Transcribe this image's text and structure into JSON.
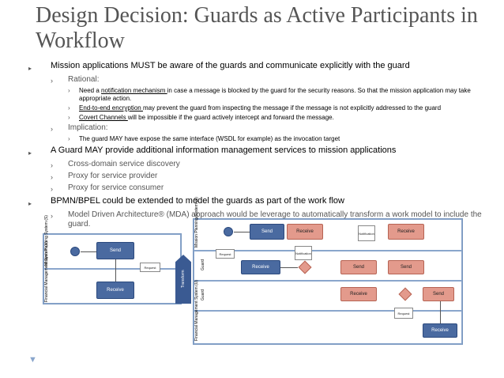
{
  "title": "Design Decision: Guards as Active Participants in Workflow",
  "bullets": {
    "b1": {
      "text": "Mission applications MUST be aware of the guards and communicate explicitly with the guard",
      "rational": {
        "label": "Rational:",
        "items": [
          {
            "pre": "Need a ",
            "link": "notification mechanism ",
            "post": "in case a message is blocked by the guard for the security reasons. So that the mission application may take appropriate action."
          },
          {
            "pre": "",
            "link": "End-to-end encryption ",
            "post": "may prevent the guard from inspecting the message if the message is not explicitly addressed to the guard"
          },
          {
            "pre": "",
            "link": "Covert Channels ",
            "post": "will be impossible if the guard actively intercept and forward the message."
          }
        ]
      },
      "implication": {
        "label": "Implication:",
        "items": [
          "The guard MAY have expose the same interface (WSDL for example) as the invocation target"
        ]
      }
    },
    "b2": {
      "text": "A Guard MAY provide additional information management services to mission applications",
      "items": [
        "Cross-domain service discovery",
        "Proxy for service provider",
        "Proxy for service consumer"
      ]
    },
    "b3": {
      "text": "BPMN/BPEL could be extended to model the guards as part of the work flow",
      "items": [
        "Model Driven Architecture® (MDA) approach would be leverage to automatically transform a work model to include the guard."
      ]
    }
  },
  "diagram_left": {
    "lanes": [
      "Mission Planning System (S)",
      "Financial Management System (U)"
    ],
    "tasks": [
      "Send",
      "Receive"
    ],
    "doc": "Request"
  },
  "transform_label": "Transform",
  "diagram_right": {
    "lanes": [
      "Mission Planning System (S)",
      "Guard",
      "Guard",
      "Financial Management System (U)"
    ],
    "tasks": {
      "send_top": "Send",
      "receive_top": "Receive",
      "receive_top_right": "Receive",
      "receive_guard1": "Receive",
      "send_guard1_a": "Send",
      "send_guard1_b": "Send",
      "receive_guard2": "Receive",
      "send_guard2": "Send",
      "receive_fin": "Receive"
    },
    "docs": {
      "request_a": "Request",
      "request_b": "Request",
      "notif_a": "Notification",
      "notif_b": "Notification"
    }
  },
  "colors": {
    "task_blue": "#4a6aa0",
    "task_pink": "#e39a8c",
    "lane_border": "#8aa6cc"
  }
}
